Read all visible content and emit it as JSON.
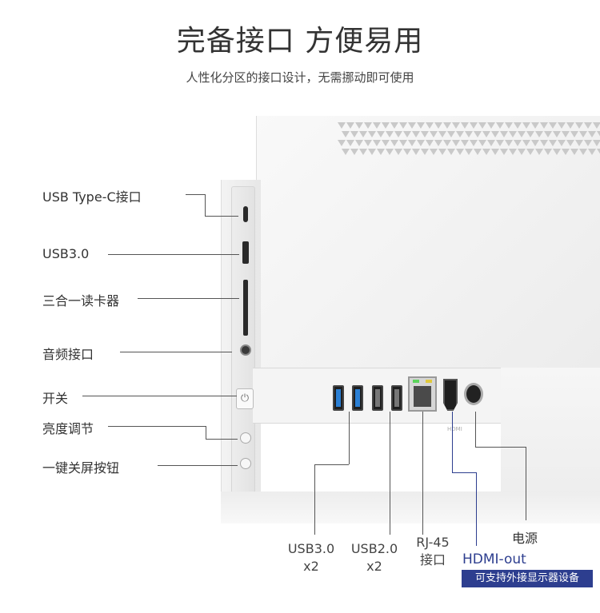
{
  "header": {
    "title": "完备接口 方便易用",
    "subtitle": "人性化分区的接口设计，无需挪动即可使用"
  },
  "side_labels": {
    "typec": "USB Type-C接口",
    "usb3": "USB3.0",
    "card_reader": "三合一读卡器",
    "audio": "音频接口",
    "power": "开关",
    "brightness": "亮度调节",
    "screen_off": "一键关屏按钮"
  },
  "bottom_labels": {
    "usb30_name": "USB3.0",
    "usb30_count": "x2",
    "usb20_name": "USB2.0",
    "usb20_count": "x2",
    "rj45_name": "RJ-45",
    "rj45_sub": "接口",
    "power_in": "电源",
    "hdmi": "HDMI-out",
    "hdmi_note": "可支持外接显示器设备"
  },
  "port_marks": {
    "hdmi": "HDMI"
  },
  "colors": {
    "accent": "#2d3e8f",
    "usb3_blue": "#2a7fd4",
    "background": "#ffffff"
  }
}
